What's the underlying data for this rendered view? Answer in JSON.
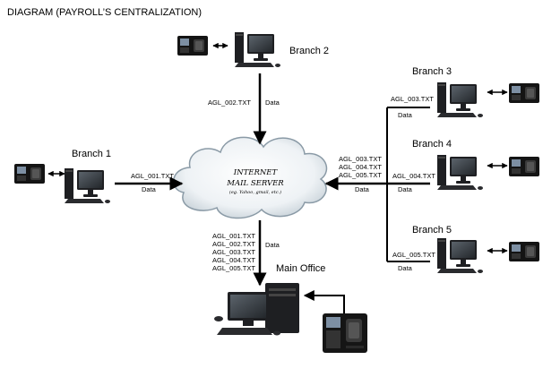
{
  "title": "DIAGRAM (PAYROLL’S CENTRALIZATION)",
  "server": {
    "line1": "INTERNET",
    "line2": "MAIL SERVER",
    "line3": "(eg. Yahoo, gmail, etc.)"
  },
  "branches": {
    "b1": {
      "name": "Branch 1",
      "file": "AGL_001.TXT",
      "data": "Data"
    },
    "b2": {
      "name": "Branch 2",
      "file": "AGL_002.TXT",
      "data": "Data"
    },
    "b3": {
      "name": "Branch 3",
      "file": "AGL_003.TXT",
      "data": "Data"
    },
    "b4": {
      "name": "Branch 4",
      "file": "AGL_004.TXT",
      "data": "Data"
    },
    "b5": {
      "name": "Branch 5",
      "file": "AGL_005.TXT",
      "data": "Data"
    }
  },
  "merged": {
    "files": [
      "AGL_003.TXT",
      "AGL_004.TXT",
      "AGL_005.TXT"
    ],
    "data": "Data"
  },
  "main_office": {
    "name": "Main Office",
    "files": [
      "AGL_001.TXT",
      "AGL_002.TXT",
      "AGL_003.TXT",
      "AGL_004.TXT",
      "AGL_005.TXT"
    ],
    "data": "Data"
  },
  "colors": {
    "arrow": "#000000",
    "cloud_edge": "#7a8e9c",
    "cloud_fill": "#f3f6f8",
    "monitor": "#2b2d30",
    "screen": "#40464d"
  }
}
